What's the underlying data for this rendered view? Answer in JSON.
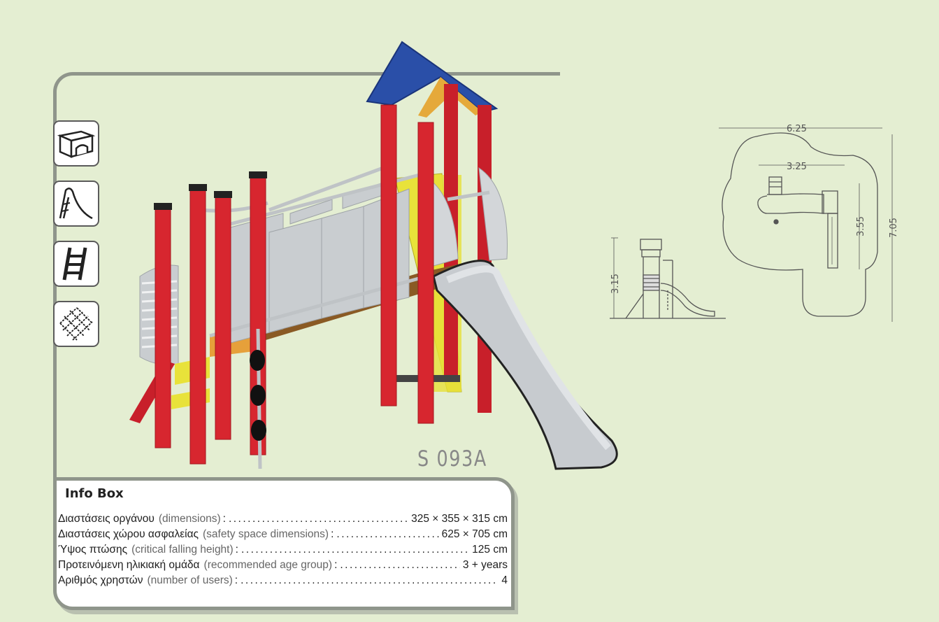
{
  "product_code": "S 093A",
  "feature_icons": [
    "roofed-platform-icon",
    "slide-icon",
    "ladder-icon",
    "climbing-net-icon"
  ],
  "dimensions_top": {
    "overall_width": "6.25",
    "equipment_width": "3.25",
    "equipment_depth": "3.55",
    "overall_depth": "7.05"
  },
  "dimensions_side": {
    "height": "3.15"
  },
  "info_box": {
    "title": "Info Box",
    "rows": [
      {
        "greek": "Διαστάσεις οργάνου",
        "english": "(dimensions)",
        "value": "325 × 355 × 315 cm"
      },
      {
        "greek": "Διαστάσεις χώρου ασφαλείας",
        "english": "(safety space dimensions)",
        "value": "625 × 705 cm"
      },
      {
        "greek": "Ύψος πτώσης",
        "english": "(critical falling height)",
        "value": "125 cm"
      },
      {
        "greek": "Προτεινόμενη ηλικιακή ομάδα",
        "english": "(recommended age group)",
        "value": "3 + years"
      },
      {
        "greek": "Αριθμός χρηστών",
        "english": "(number of users)",
        "value": "4"
      }
    ]
  },
  "colors": {
    "background": "#e4eed2",
    "post_red": "#d7262f",
    "roof_blue": "#2a4fa8",
    "panel_grey": "#c9cdd0",
    "accent_yellow": "#e8e23a",
    "deck_brown": "#8a5a24"
  }
}
